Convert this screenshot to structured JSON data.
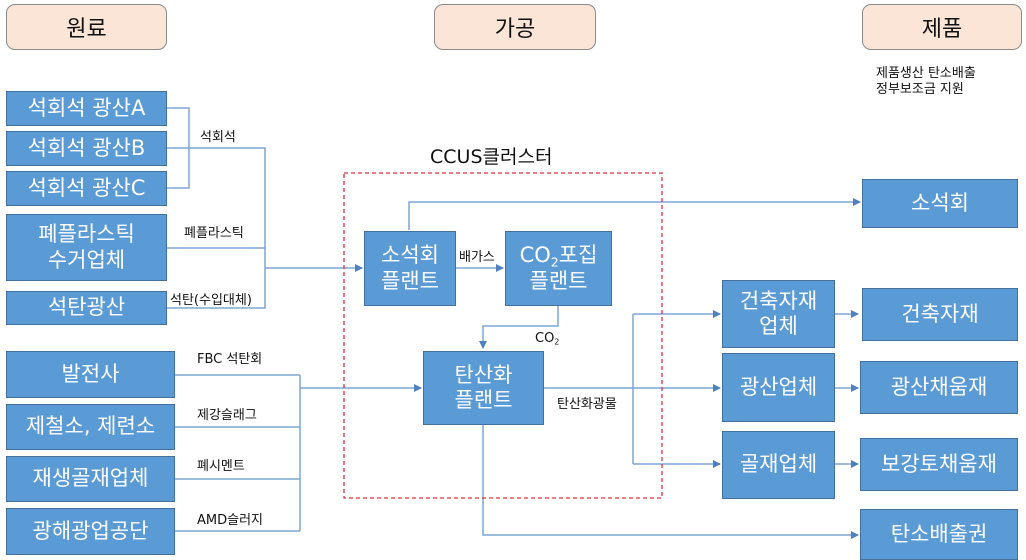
{
  "headers": {
    "raw": "원료",
    "process": "가공",
    "product": "제품"
  },
  "product_note": {
    "line1": "제품생산 탄소배출",
    "line2": "정부보조금 지원"
  },
  "cluster": {
    "title": "CCUS클러스터",
    "border_color": "#e0303f"
  },
  "sources": {
    "limestone_a": "석회석 광산A",
    "limestone_b": "석회석 광산B",
    "limestone_c": "석회석 광산C",
    "plastic_line1": "폐플라스틱",
    "plastic_line2": "수거업체",
    "coal_mine": "석탄광산",
    "power": "발전사",
    "steel": "제철소, 제련소",
    "recycled": "재생골재업체",
    "mine_corp": "광해광업공단"
  },
  "flow_labels": {
    "limestone": "석회석",
    "plastic": "폐플라스틱",
    "coal": "석탄(수입대체)",
    "fbc": "FBC 석탄회",
    "slag": "제강슬래그",
    "cement": "폐시멘트",
    "amd": "AMD슬러지",
    "exhaust": "배가스",
    "co2_prefix": "CO",
    "co2_sub": "2",
    "carbonated": "탄산화광물"
  },
  "plants": {
    "calcination_line1": "소석회",
    "calcination_line2": "플랜트",
    "capture_prefix": "CO",
    "capture_sub": "2",
    "capture_suffix": "포집",
    "capture_line2": "플랜트",
    "carbonation_line1": "탄산화",
    "carbonation_line2": "플랜트"
  },
  "processors": {
    "building_line1": "건축자재",
    "building_line2": "업체",
    "mining": "광산업체",
    "aggregate": "골재업체"
  },
  "products": {
    "slaked_lime": "소석회",
    "building_materials": "건축자재",
    "mine_fill": "광산채움재",
    "reinforced_fill": "보강토채움재",
    "carbon_credit": "탄소배출권"
  },
  "colors": {
    "node_fill": "#5b9bd5",
    "node_border": "#41719c",
    "header_fill": "#fbe5d6",
    "connector": "#7fa7d3",
    "arrow": "#4f81bd"
  }
}
